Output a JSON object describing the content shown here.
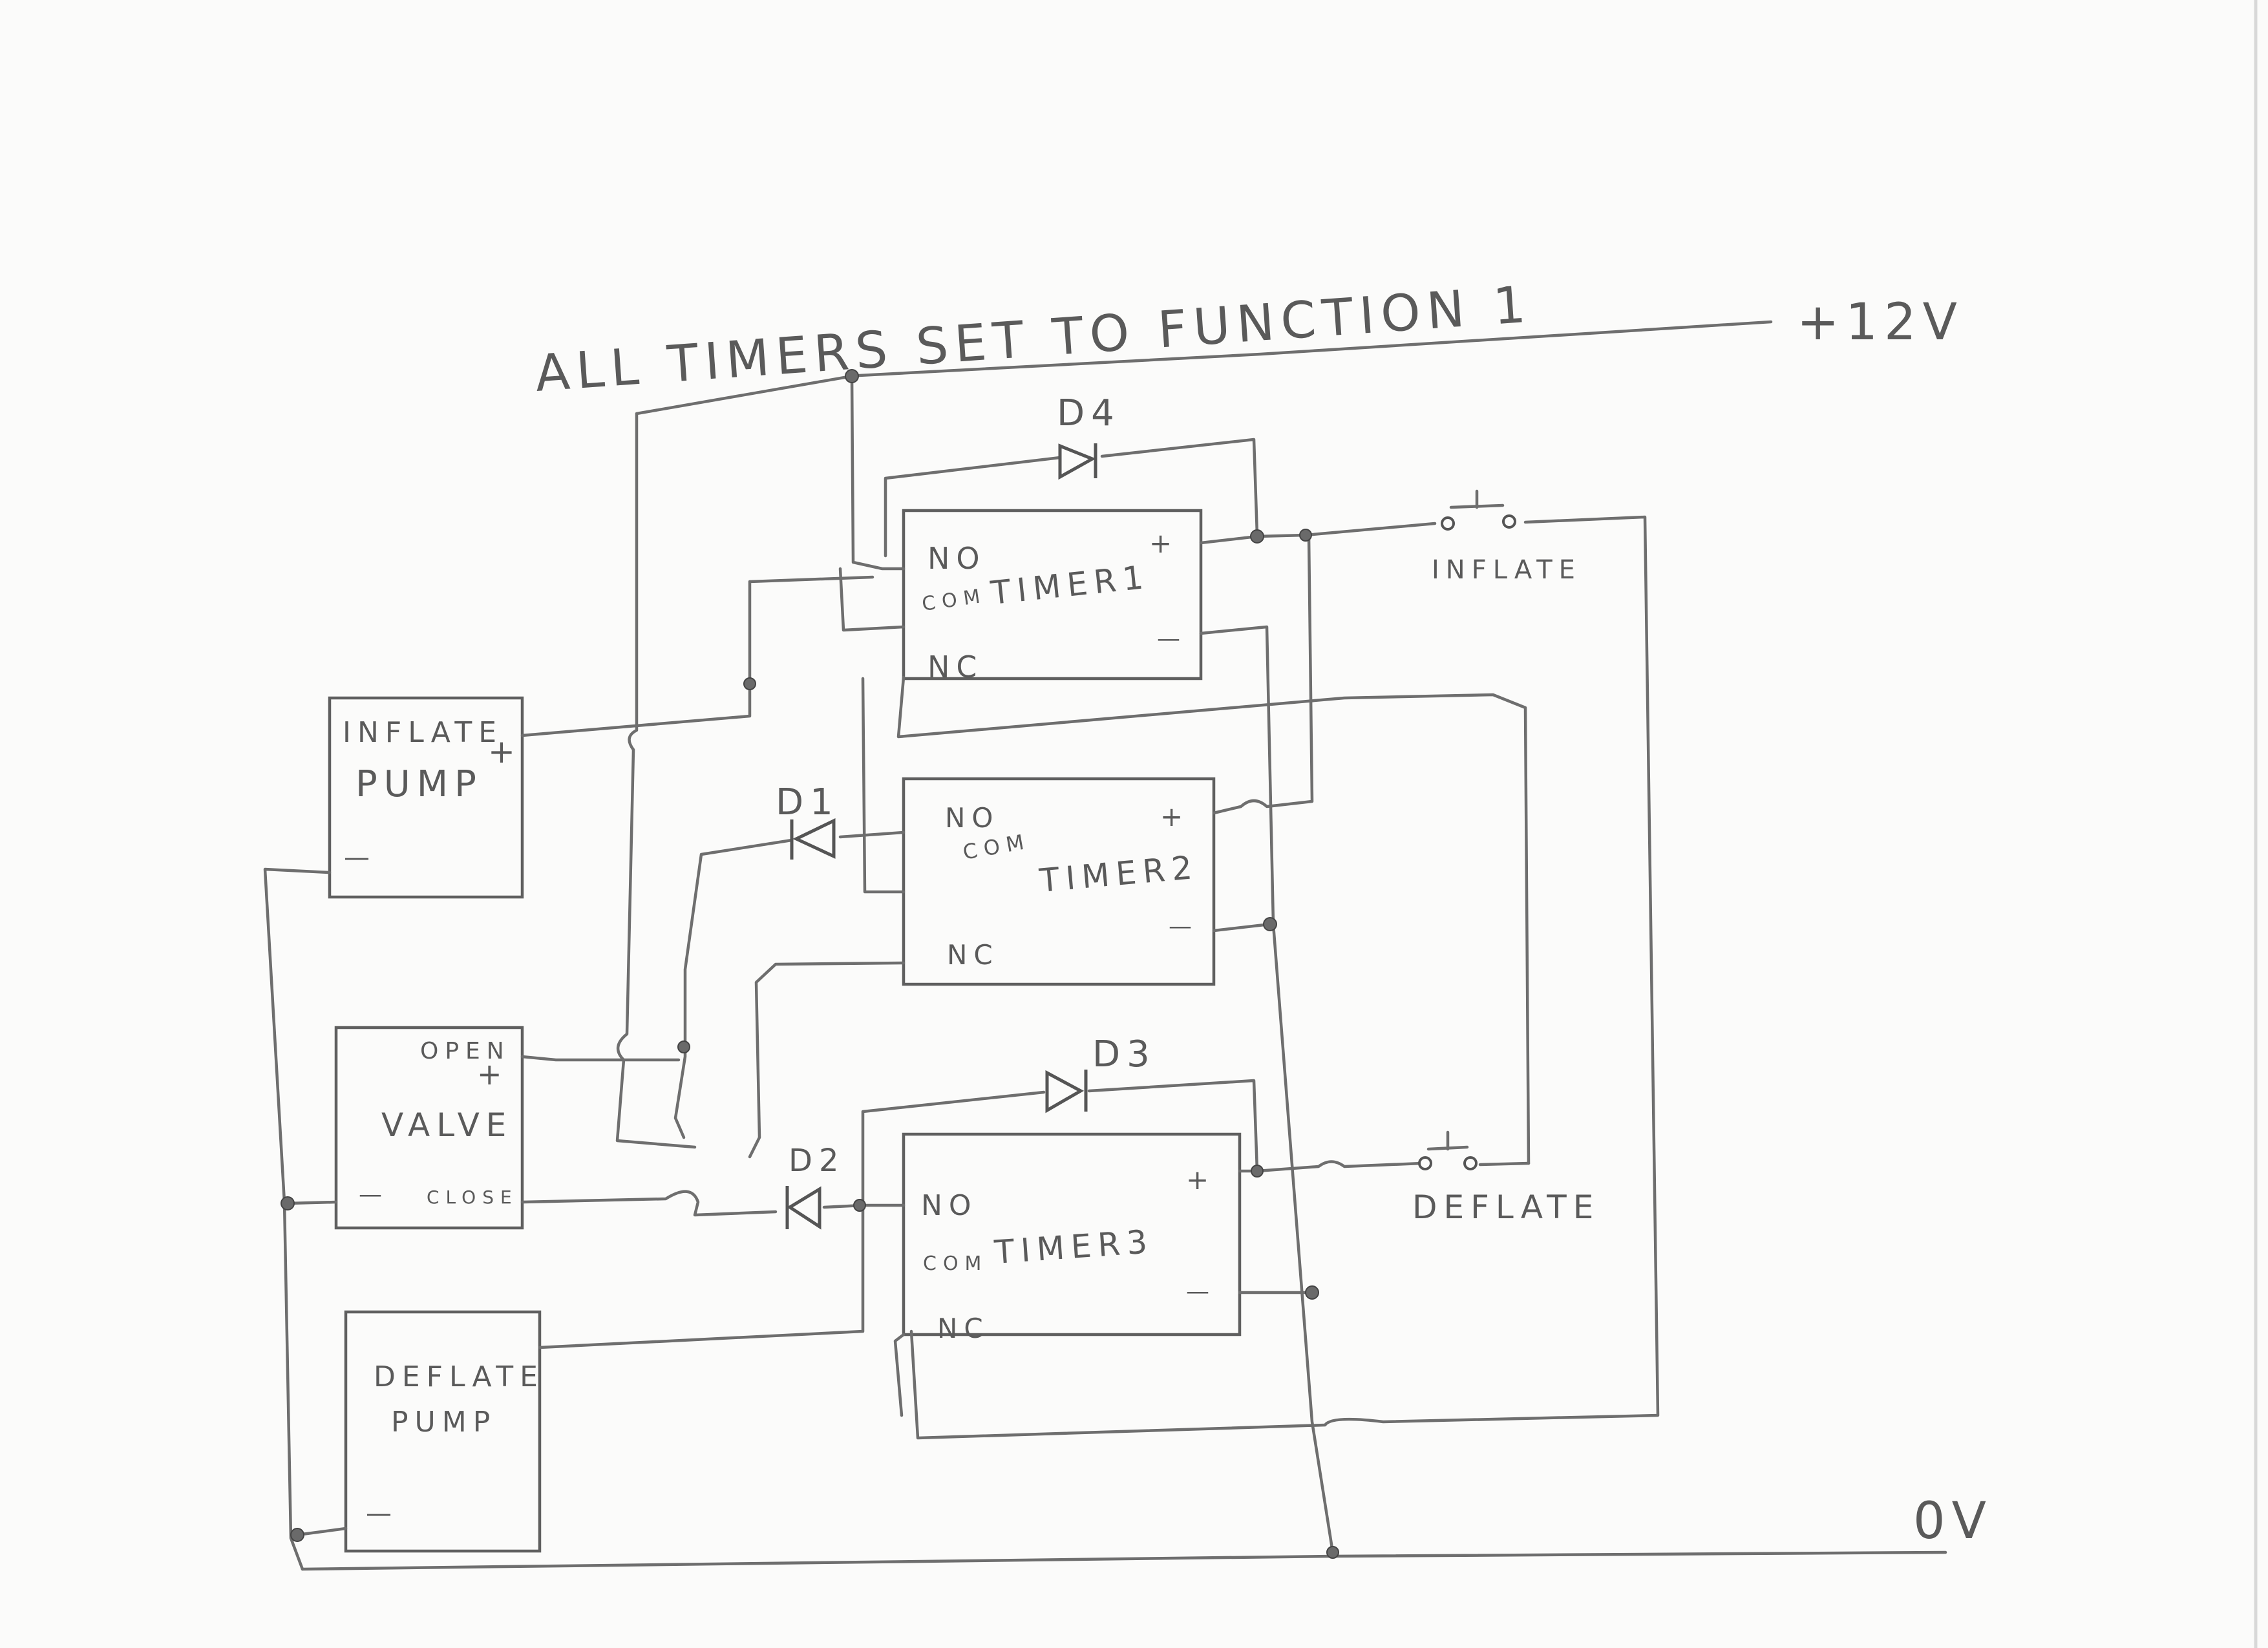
{
  "title": "ALL TIMERS SET TO FUNCTION 1",
  "rails": {
    "positive": "+12V",
    "ground": "0V"
  },
  "components": {
    "inflate_pump": {
      "name_line1": "INFLATE",
      "name_line2": "PUMP",
      "plus": "+",
      "minus": "—"
    },
    "valve": {
      "open": "OPEN",
      "plus": "+",
      "name": "VALVE",
      "minus": "—",
      "close": "CLOSE"
    },
    "deflate_pump": {
      "name_line1": "DEFLATE",
      "name_line2": "PUMP",
      "minus": "—"
    },
    "timer1": {
      "no": "NO",
      "com": "COM",
      "name": "TIMER1",
      "nc": "NC",
      "plus": "+",
      "minus": "—"
    },
    "timer2": {
      "no": "NO",
      "com": "COM",
      "name": "TIMER2",
      "nc": "NC",
      "plus": "+",
      "minus": "—"
    },
    "timer3": {
      "no": "NO",
      "com": "COM",
      "name": "TIMER3",
      "nc": "NC",
      "plus": "+",
      "minus": "—"
    },
    "inflate_switch": "INFLATE",
    "deflate_switch": "DEFLATE"
  },
  "diodes": {
    "d1": "D1",
    "d2": "D2",
    "d3": "D3",
    "d4": "D4"
  }
}
